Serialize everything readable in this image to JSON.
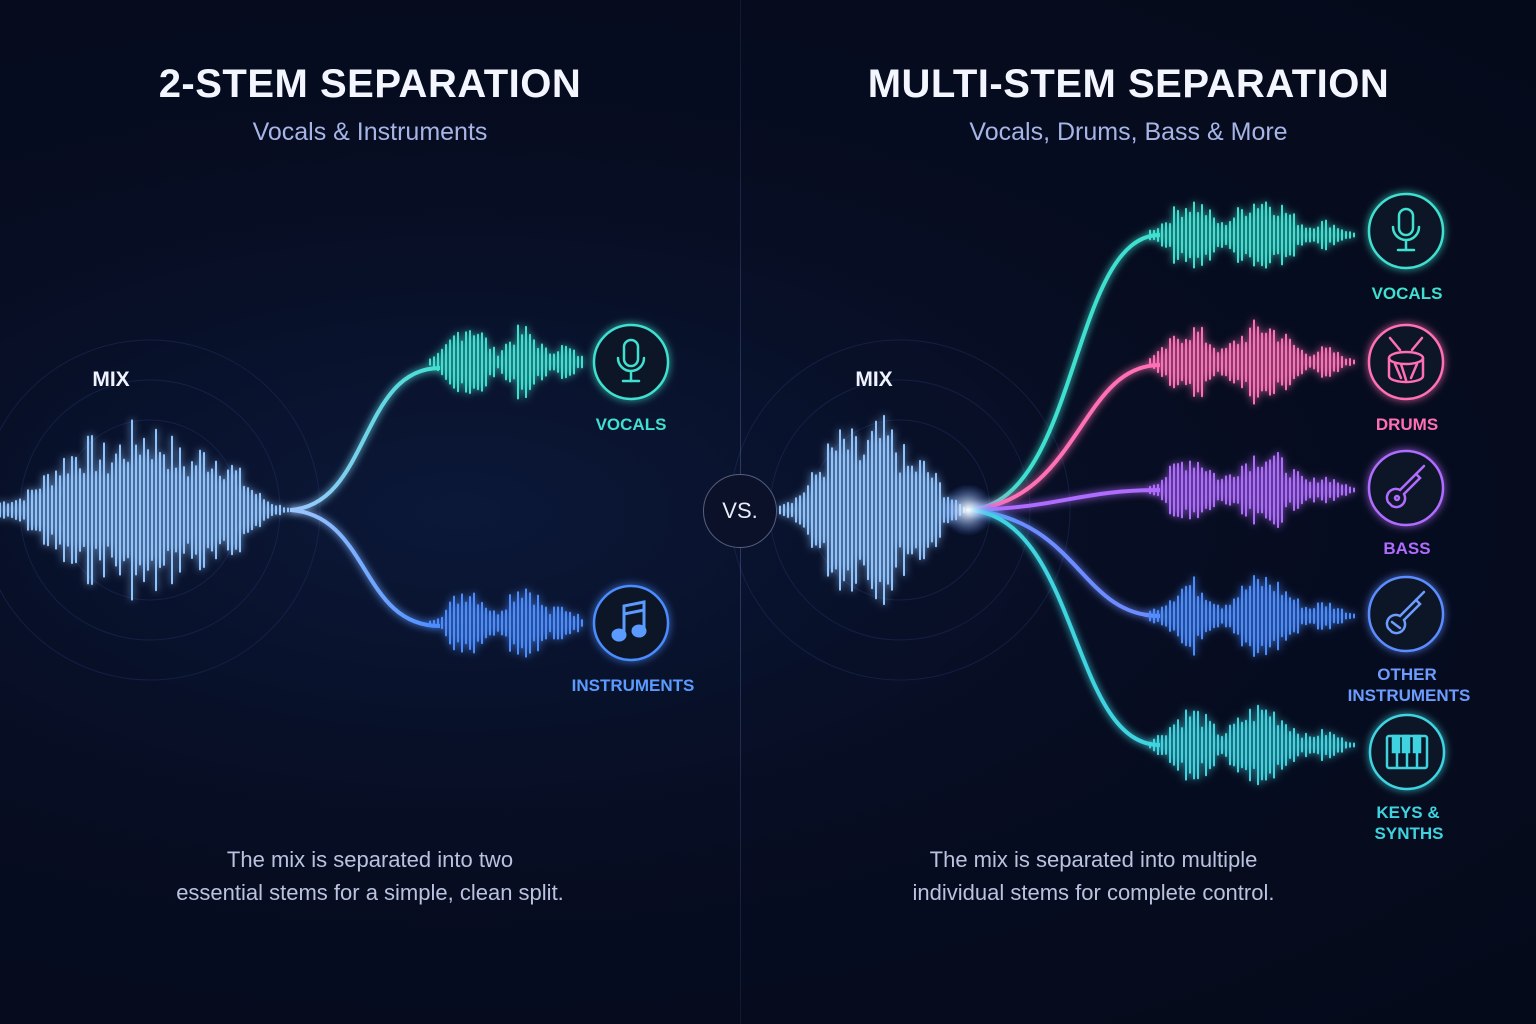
{
  "left": {
    "title": "2-STEM SEPARATION",
    "subtitle": "Vocals & Instruments",
    "mix_label": "MIX",
    "stems": [
      {
        "label": "VOCALS",
        "icon": "microphone-icon",
        "color": "#3fe0d0"
      },
      {
        "label": "INSTRUMENTS",
        "icon": "music-note-icon",
        "color": "#4b8cff"
      }
    ],
    "caption_line1": "The mix is separated into two",
    "caption_line2": "essential stems for a simple, clean split."
  },
  "vs_label": "VS.",
  "right": {
    "title": "MULTI-STEM SEPARATION",
    "subtitle": "Vocals, Drums, Bass & More",
    "mix_label": "MIX",
    "stems": [
      {
        "label_line1": "VOCALS",
        "label_line2": "",
        "icon": "microphone-icon",
        "color": "#3fe0d0"
      },
      {
        "label_line1": "DRUMS",
        "label_line2": "",
        "icon": "drum-icon",
        "color": "#ff6fb5"
      },
      {
        "label_line1": "BASS",
        "label_line2": "",
        "icon": "bass-guitar-icon",
        "color": "#b06cff"
      },
      {
        "label_line1": "OTHER",
        "label_line2": "INSTRUMENTS",
        "icon": "guitar-icon",
        "color": "#4b8cff"
      },
      {
        "label_line1": "KEYS &",
        "label_line2": "SYNTHS",
        "icon": "piano-keys-icon",
        "color": "#3fd3e0"
      }
    ],
    "caption_line1": "The mix is separated into multiple",
    "caption_line2": "individual stems for complete control."
  },
  "colors": {
    "background": "#060c20",
    "mix_wave": "#8fc4ff",
    "vocals": "#3fe0d0",
    "drums": "#ff6fb5",
    "bass": "#b06cff",
    "instruments": "#4b8cff",
    "keys": "#3fd3e0"
  }
}
